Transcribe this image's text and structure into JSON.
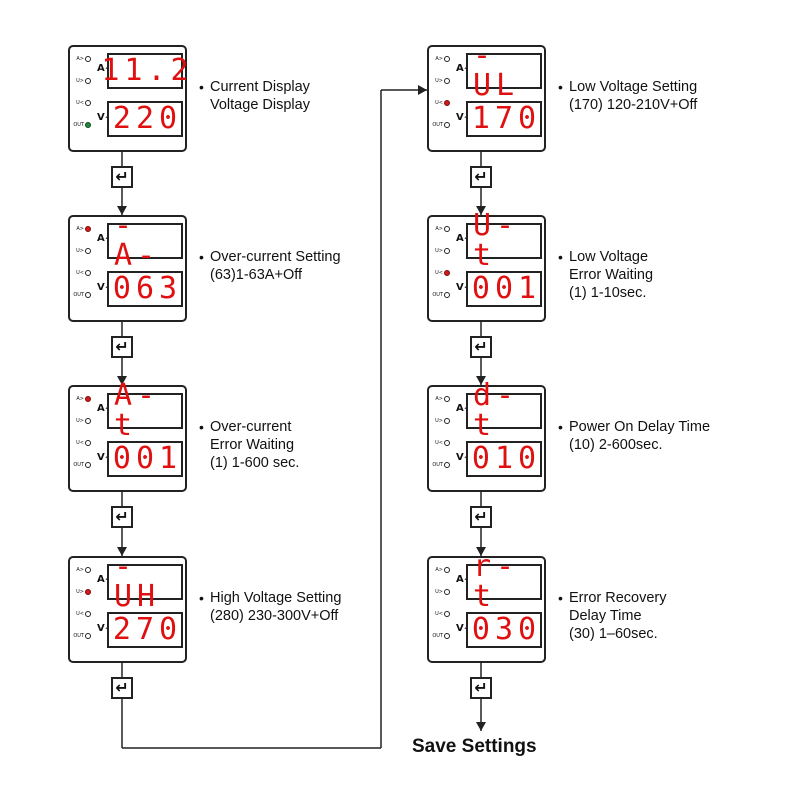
{
  "labels": {
    "a_upper": "A>",
    "u_upper": "U>",
    "u_lower": "U<",
    "out": "OUT",
    "amp_unit": "A~",
    "volt_unit": "V~",
    "enter_glyph": "↵",
    "final": "Save Settings"
  },
  "steps": [
    {
      "top": "11.2",
      "bottom": "220",
      "leds": [
        "off",
        "off",
        "off",
        "green"
      ],
      "desc": [
        "Current Display",
        "Voltage Display"
      ]
    },
    {
      "top": "-A-",
      "bottom": "063",
      "leds": [
        "red",
        "off",
        "off",
        "off"
      ],
      "desc": [
        "Over-current Setting",
        "(63)1-63A+Off"
      ]
    },
    {
      "top": "A-t",
      "bottom": "001",
      "leds": [
        "red",
        "off",
        "off",
        "off"
      ],
      "desc": [
        "Over-current",
        "Error Waiting",
        "(1) 1-600 sec."
      ]
    },
    {
      "top": "-UH",
      "bottom": "270",
      "leds": [
        "off",
        "red",
        "off",
        "off"
      ],
      "desc": [
        "High Voltage Setting",
        "(280)  230-300V+Off"
      ]
    },
    {
      "top": "-UL",
      "bottom": "170",
      "leds": [
        "off",
        "off",
        "red",
        "off"
      ],
      "desc": [
        "Low Voltage Setting",
        "(170)  120-210V+Off"
      ]
    },
    {
      "top": "U-t",
      "bottom": "001",
      "leds": [
        "off",
        "off",
        "red",
        "off"
      ],
      "desc": [
        "Low Voltage",
        "Error Waiting",
        "(1) 1-10sec."
      ]
    },
    {
      "top": "d-t",
      "bottom": "010",
      "leds": [
        "off",
        "off",
        "off",
        "off"
      ],
      "desc": [
        "Power On Delay Time",
        "(10)  2-600sec."
      ]
    },
    {
      "top": "r-t",
      "bottom": "030",
      "leds": [
        "off",
        "off",
        "off",
        "off"
      ],
      "desc": [
        "Error Recovery",
        "Delay Time",
        "(30) 1–60sec."
      ]
    }
  ]
}
